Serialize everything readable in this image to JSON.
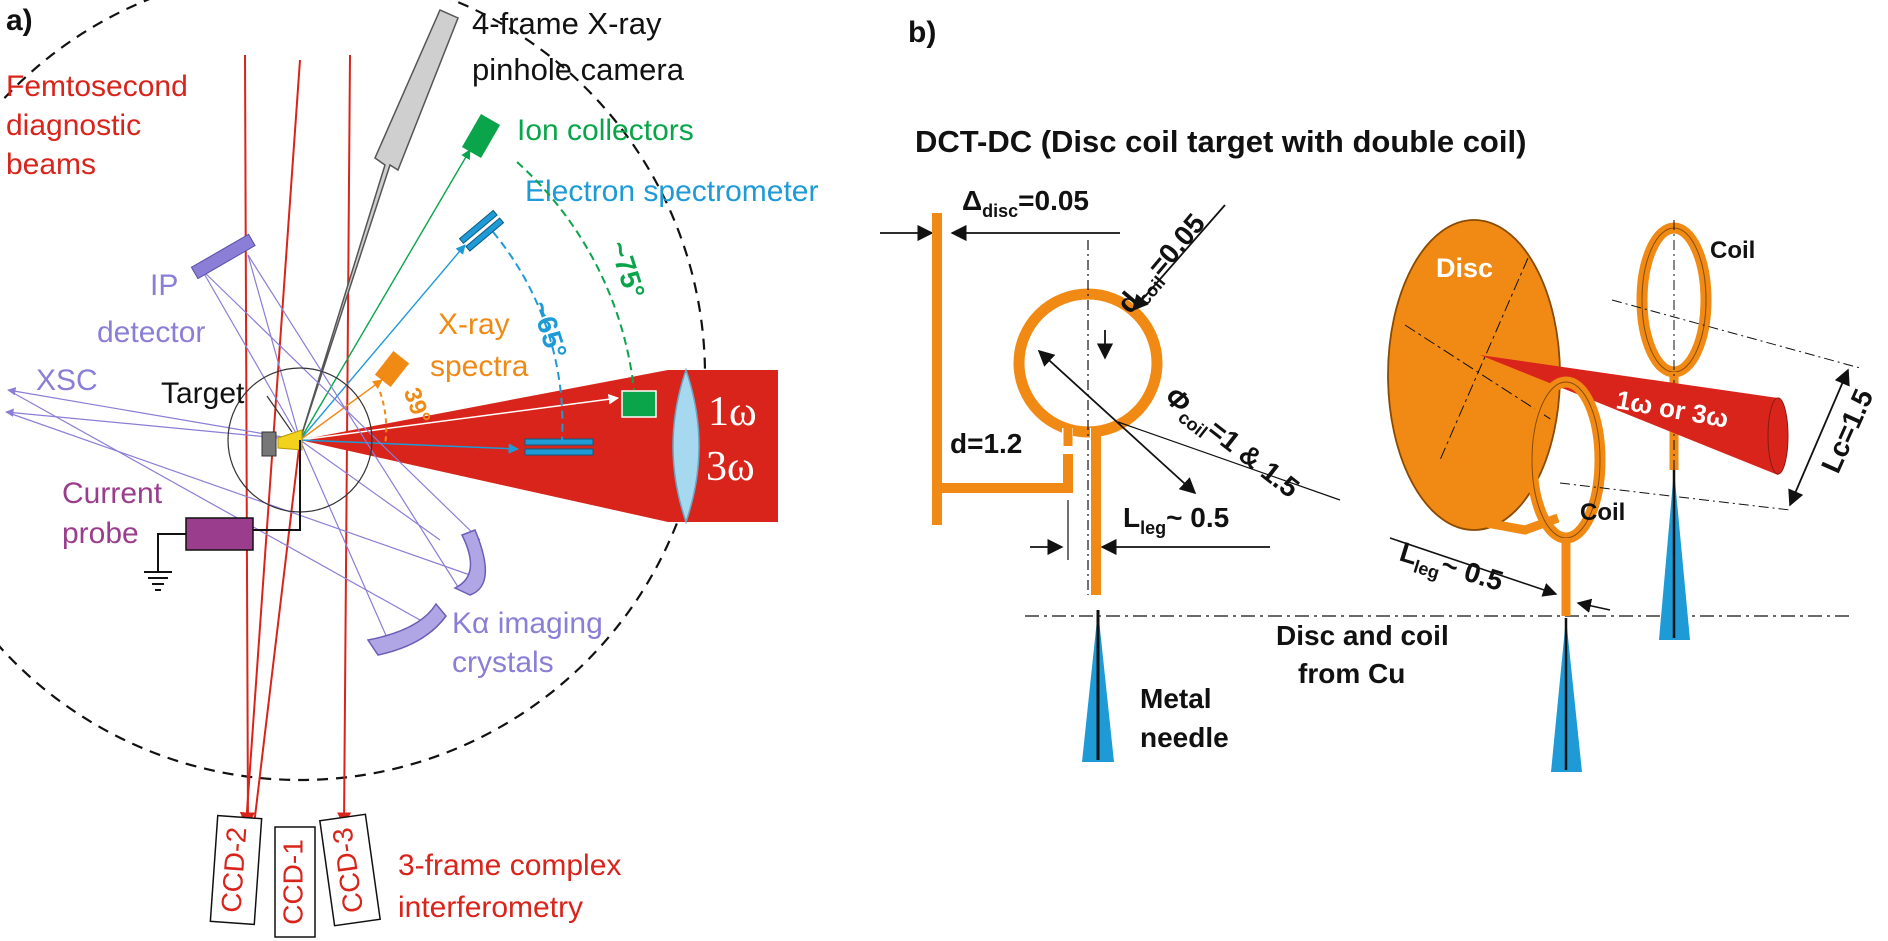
{
  "panel_a": {
    "label": "a)",
    "camera": [
      "4-frame X-ray",
      "pinhole  camera"
    ],
    "femto": [
      "Femtosecond",
      "diagnostic",
      "beams"
    ],
    "ion_collectors": "Ion collectors",
    "electron_spectrometer": "Electron spectrometer",
    "ip_detector": [
      "IP",
      "detector"
    ],
    "xsc": "XSC",
    "target": "Target",
    "xray_spectra": [
      "X-ray",
      "spectra"
    ],
    "angle_65": "~65°",
    "angle_75": "~75°",
    "angle_39": "39°",
    "laser_1w": "1ω",
    "laser_3w": "3ω",
    "current_probe": [
      "Current",
      "probe"
    ],
    "ka_crystals": [
      "Kα imaging",
      "crystals"
    ],
    "ccd2": "CCD-2",
    "ccd1": "CCD-1",
    "ccd3": "CCD-3",
    "interferometry": [
      "3-frame complex",
      "interferometry"
    ]
  },
  "panel_b": {
    "label": "b)",
    "title": "DCT-DC  (Disc coil target with double coil)",
    "delta_disc_sym": "Δ",
    "delta_disc_sub": "disc",
    "delta_disc_val": "=0.05",
    "d_coil_main": "d",
    "d_coil_sub": "coil",
    "d_coil_val": "=0.05",
    "phi_sym": "Φ",
    "phi_sub": "coil",
    "phi_val": "=1 & 1.5",
    "d_dist": "d=1.2",
    "lleg_main": "L",
    "lleg_sub": "leg",
    "lleg_val": "~ 0.5",
    "metal_needle": [
      "Metal",
      "needle"
    ],
    "disc": "Disc",
    "coil_top": "Coil",
    "coil_bottom": "Coil",
    "beam_label": "1ω or 3ω",
    "lc": "Lc=1.5",
    "material": [
      "Disc and coil",
      "from Cu"
    ]
  },
  "colors": {
    "laser_red": "#d8241b",
    "green": "#0aa44a",
    "blue": "#1e9ad6",
    "orange": "#f08a14",
    "purple": "#8a7ed6",
    "magenta": "#9a3d8c",
    "gray": "#cfcfcf",
    "lens": "#a6d9ef"
  }
}
